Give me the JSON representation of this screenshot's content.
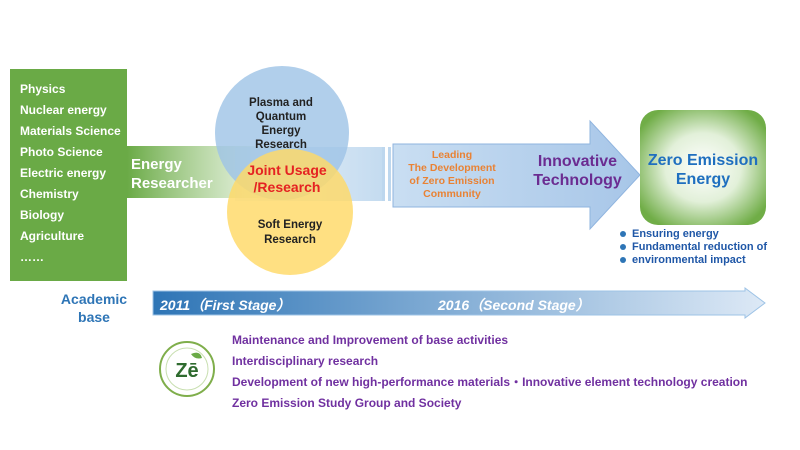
{
  "academic_fields": [
    "Physics",
    "Nuclear energy",
    "Materials Science",
    "Photo Science",
    "Electric energy",
    "Chemistry",
    "Biology",
    "Agriculture",
    "……"
  ],
  "energy_researcher": [
    "Energy",
    "Researcher"
  ],
  "plasma_research": [
    "Plasma and",
    "Quantum",
    "Energy",
    "Research"
  ],
  "joint_usage": [
    "Joint Usage",
    "/Research"
  ],
  "soft_energy": [
    "Soft Energy",
    "Research"
  ],
  "leading": [
    "Leading",
    "The Development",
    "of Zero Emission",
    "Community"
  ],
  "innovative": [
    "Innovative",
    "Technology"
  ],
  "zero_emission": [
    "Zero Emission",
    "Energy"
  ],
  "benefits": [
    "Ensuring energy",
    "Fundamental reduction of",
    "environmental impact"
  ],
  "academic_base": [
    "Academic",
    "base"
  ],
  "stages": [
    "2011（First Stage）",
    "2016（Second Stage）"
  ],
  "activities": [
    "Maintenance and Improvement of base activities",
    "Interdisciplinary research",
    "Development of new high-performance materials・Innovative element technology creation",
    "Zero Emission Study Group and Society"
  ],
  "logo_text": "Zē",
  "colors": {
    "fields_green": "#6aaa46",
    "plasma_blue": "#9ec3e6",
    "soft_yellow": "#ffd966",
    "joint_red": "#e52222",
    "leading_orange": "#e98234",
    "innovative_purple": "#6b2c91",
    "zero_blue": "#1f6fbf",
    "activities_purple": "#7030a0"
  }
}
